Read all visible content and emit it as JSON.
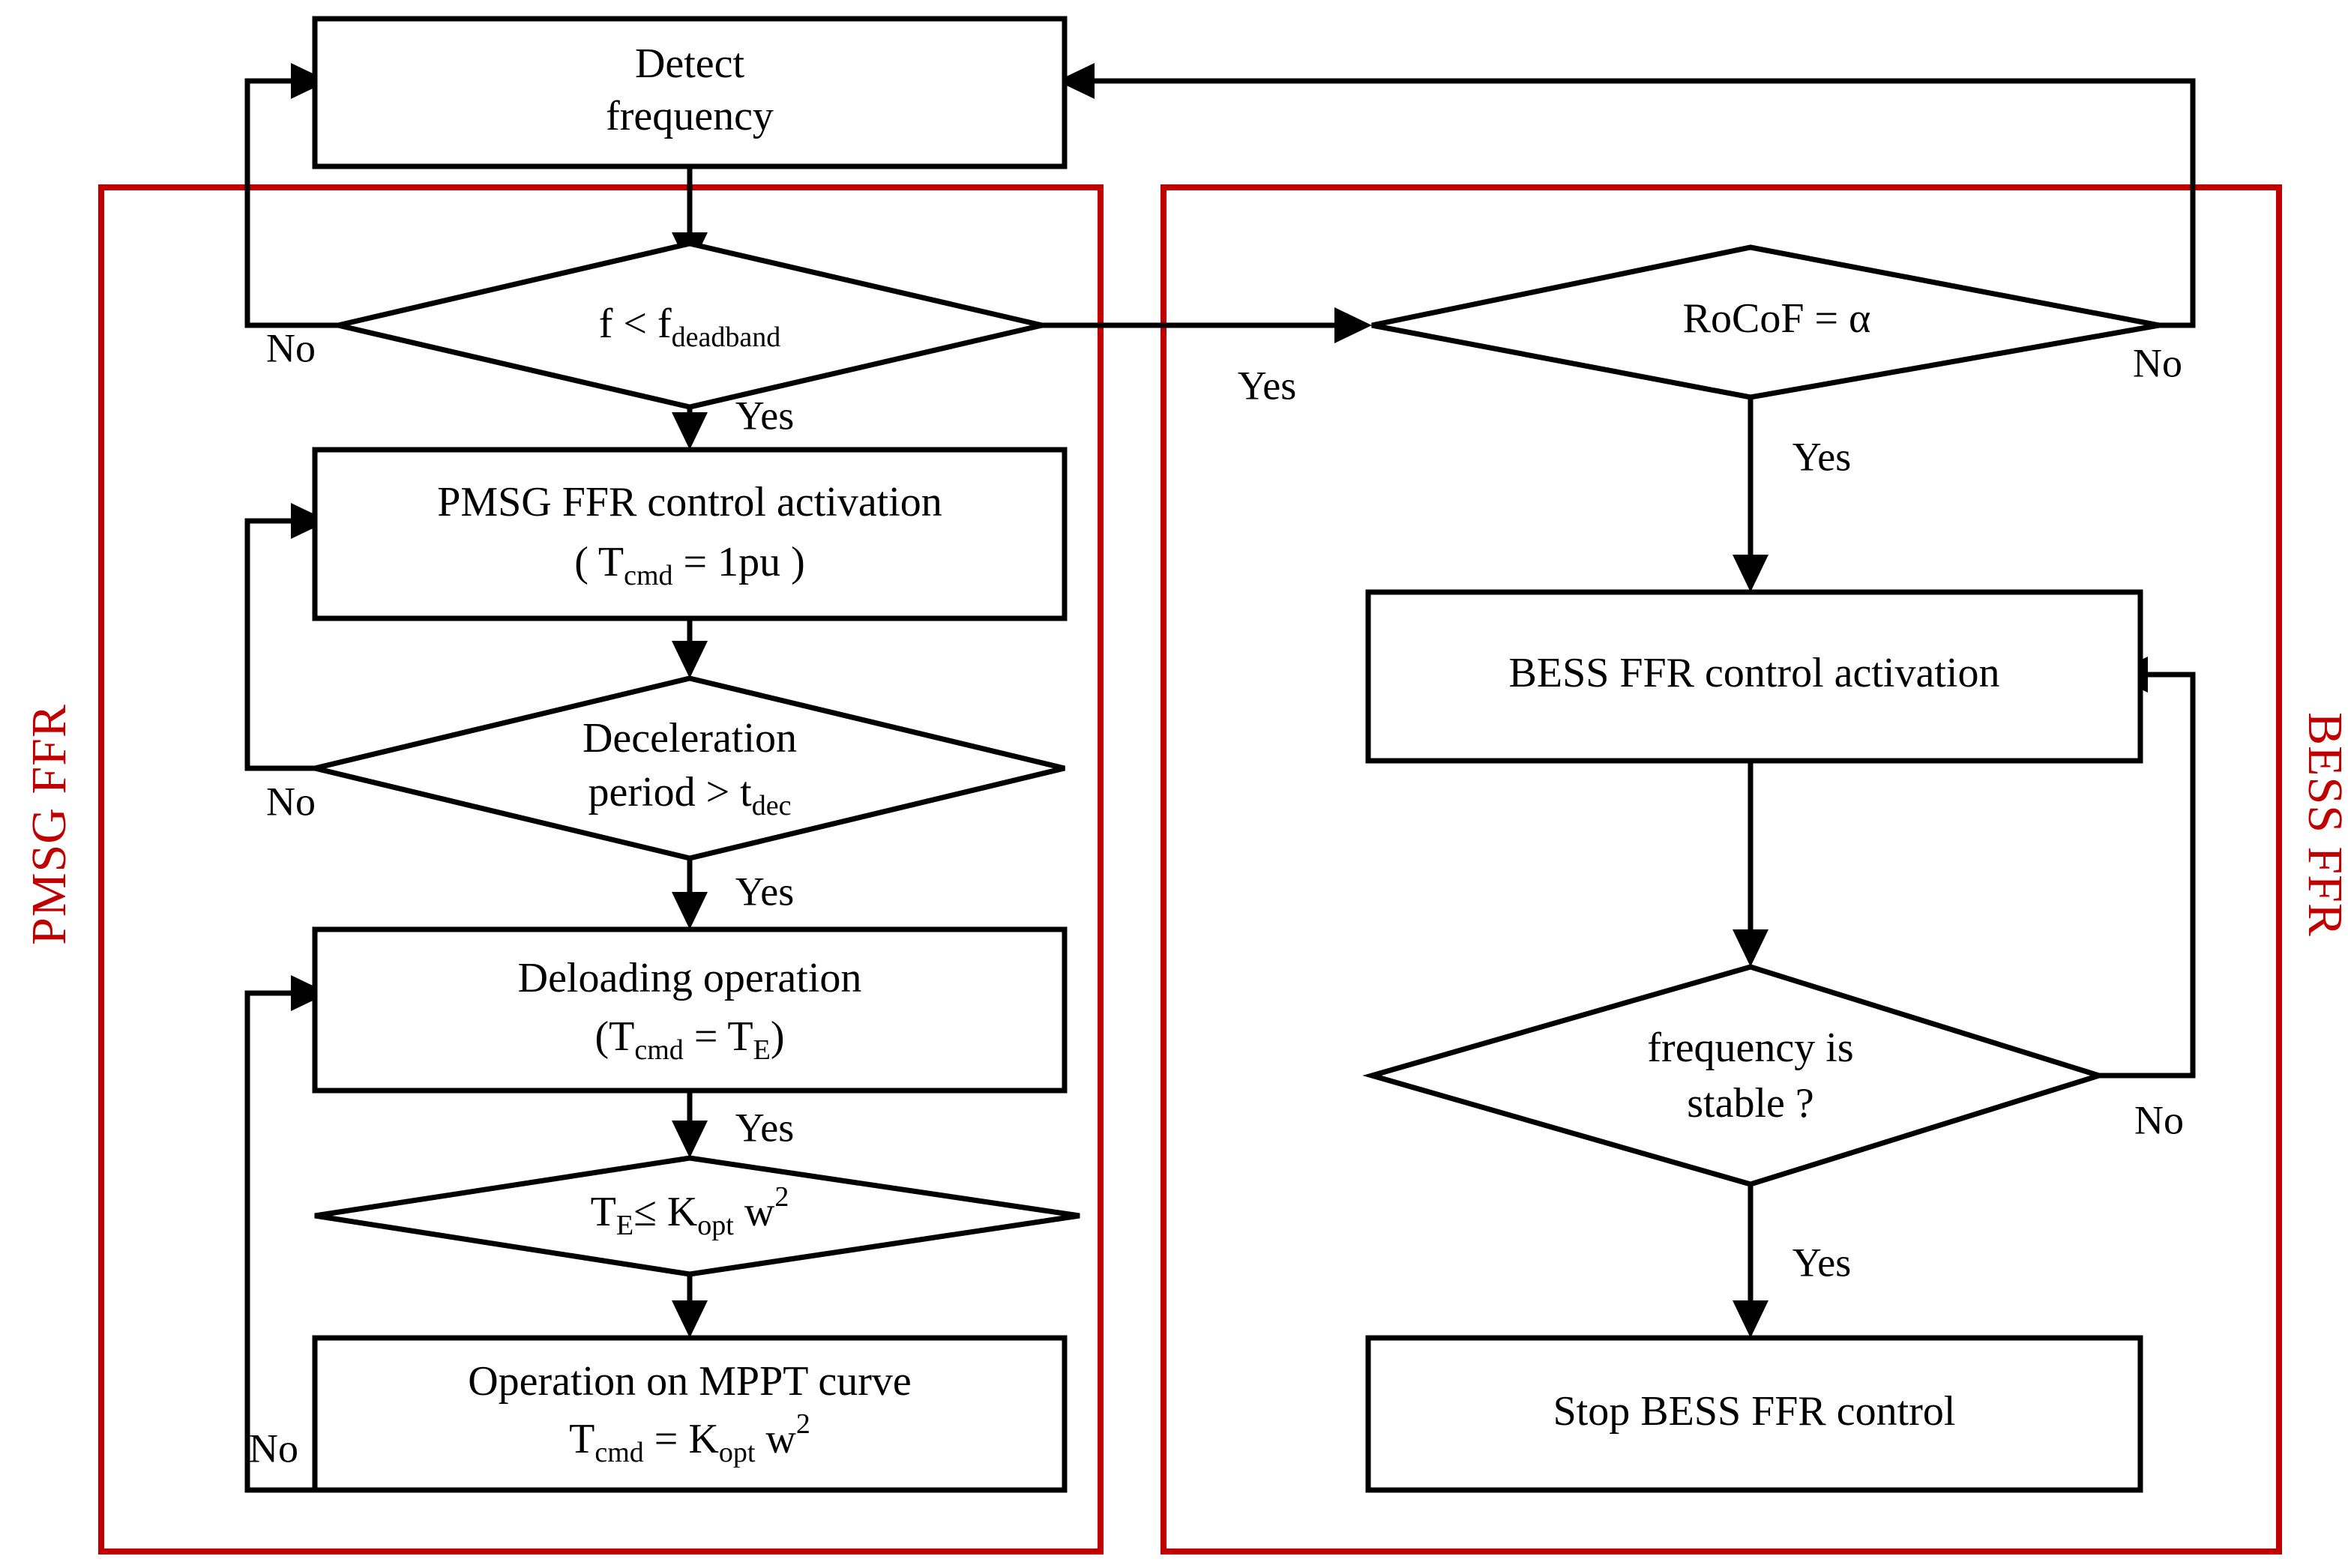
{
  "diagram": {
    "title": "PMSG and BESS Fast Frequency Response control flowchart",
    "accent_red": "#C00000",
    "line_color": "#000000",
    "background": "#ffffff"
  },
  "groups": [
    {
      "id": "pmsg",
      "label": "PMSG FFR",
      "color": "#C00000"
    },
    {
      "id": "bess",
      "label": "BESS FFR",
      "color": "#C00000"
    }
  ],
  "nodes": {
    "detect_frequency": {
      "type": "process",
      "line1": "Detect",
      "line2": "frequency"
    },
    "f_deadband": {
      "type": "decision",
      "expr_main": "f < f",
      "expr_sub": "deadband"
    },
    "pmsg_activation": {
      "type": "process",
      "line1": "PMSG FFR control activation",
      "line2_pre": "( T",
      "line2_sub": "cmd",
      "line2_post": " = 1pu )"
    },
    "deceleration": {
      "type": "decision",
      "line1": "Deceleration",
      "line2_pre": "period > t",
      "line2_sub": "dec"
    },
    "deloading": {
      "type": "process",
      "line1": "Deloading operation",
      "line2_pre": "(T",
      "line2_sub": "cmd",
      "line2_mid": " = T",
      "line2_sub2": "E",
      "line2_post": ")"
    },
    "te_kopt": {
      "type": "decision",
      "pre": "T",
      "sub1": "E",
      "mid": "≤ K",
      "sub2": "opt",
      "post": " w",
      "sup": "2"
    },
    "mppt": {
      "type": "process",
      "line1": "Operation on MPPT curve",
      "line2_pre": "T",
      "line2_sub": "cmd",
      "line2_mid": " = K",
      "line2_sub2": "opt",
      "line2_post": " w",
      "line2_sup": "2"
    },
    "rocof": {
      "type": "decision",
      "text": "RoCoF = α"
    },
    "bess_activation": {
      "type": "process",
      "text": "BESS FFR control activation"
    },
    "freq_stable": {
      "type": "decision",
      "line1": "frequency is",
      "line2": "stable ?"
    },
    "stop_bess": {
      "type": "process",
      "text": "Stop BESS FFR control"
    }
  },
  "edge_labels": {
    "f_deadband_no": "No",
    "f_deadband_yes": "Yes",
    "deceleration_no": "No",
    "deceleration_yes": "Yes",
    "deloading_yes": "Yes",
    "mppt_no": "No",
    "rocof_yes_left": "Yes",
    "rocof_no": "No",
    "rocof_yes_down": "Yes",
    "freq_stable_no": "No",
    "freq_stable_yes": "Yes"
  }
}
